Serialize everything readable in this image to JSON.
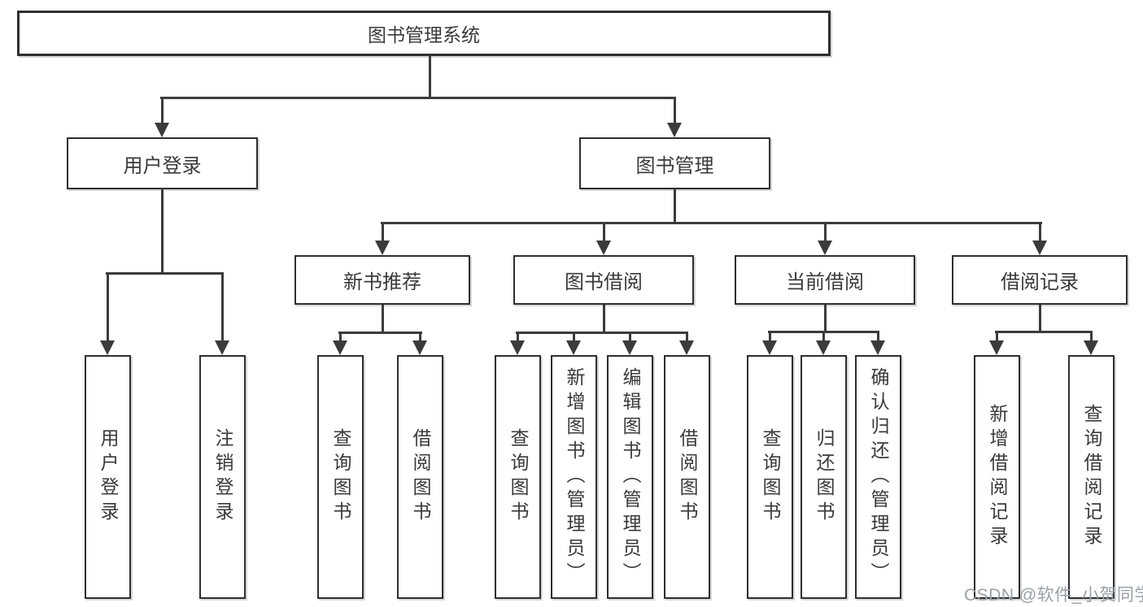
{
  "colors": {
    "line": "#3b3b3b",
    "box_border": "#2f2f2f",
    "text": "#3a3a3a",
    "watermark_text": "#99a0a8"
  },
  "tree": {
    "root": {
      "label": "图书管理系统"
    },
    "branches": [
      {
        "label": "用户登录",
        "children": [
          {
            "label": "用户登录"
          },
          {
            "label": "注销登录"
          }
        ]
      },
      {
        "label": "图书管理",
        "children": [
          {
            "label": "新书推荐",
            "children": [
              {
                "label": "查询图书"
              },
              {
                "label": "借阅图书"
              }
            ]
          },
          {
            "label": "图书借阅",
            "children": [
              {
                "label": "查询图书"
              },
              {
                "label": "新增图书（管理员）"
              },
              {
                "label": "编辑图书（管理员）"
              },
              {
                "label": "借阅图书"
              }
            ]
          },
          {
            "label": "当前借阅",
            "children": [
              {
                "label": "查询图书"
              },
              {
                "label": "归还图书"
              },
              {
                "label": "确认归还（管理员）"
              }
            ]
          },
          {
            "label": "借阅记录",
            "children": [
              {
                "label": "新增借阅记录"
              },
              {
                "label": "查询借阅记录"
              }
            ]
          }
        ]
      }
    ]
  },
  "watermark": {
    "text": "CSDN @软件_小贺同学"
  }
}
